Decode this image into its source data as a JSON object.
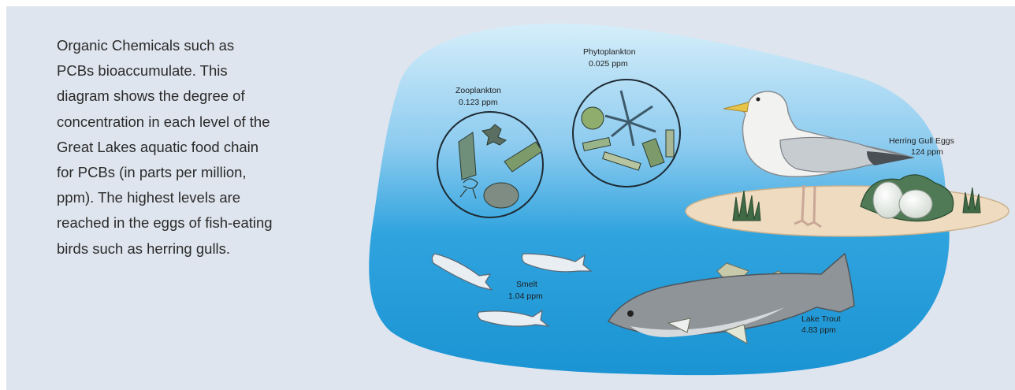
{
  "caption": {
    "lines": [
      "Organic Chemicals such as",
      "PCBs bioaccumulate. This",
      "diagram shows the degree of",
      "concentration in each level of the",
      "Great Lakes aquatic food chain",
      "for PCBs (in parts per million,",
      "ppm). The highest levels are",
      "reached in the eggs of fish-eating",
      "birds such as herring gulls."
    ]
  },
  "diagram": {
    "zooplankton": {
      "name": "Zooplankton",
      "value": "0.123 ppm"
    },
    "phytoplankton": {
      "name": "Phytoplankton",
      "value": "0.025 ppm"
    },
    "herring_gull_eggs": {
      "name": "Herring Gull Eggs",
      "value": "124 ppm"
    },
    "smelt": {
      "name": "Smelt",
      "value": "1.04 ppm"
    },
    "lake_trout": {
      "name": "Lake Trout",
      "value": "4.83 ppm"
    }
  },
  "colors": {
    "panel_background": "#dfe5ee",
    "water_light": "#cfeaf8",
    "water_deep": "#1e9ad9",
    "island_sand": "#efdcc0"
  }
}
